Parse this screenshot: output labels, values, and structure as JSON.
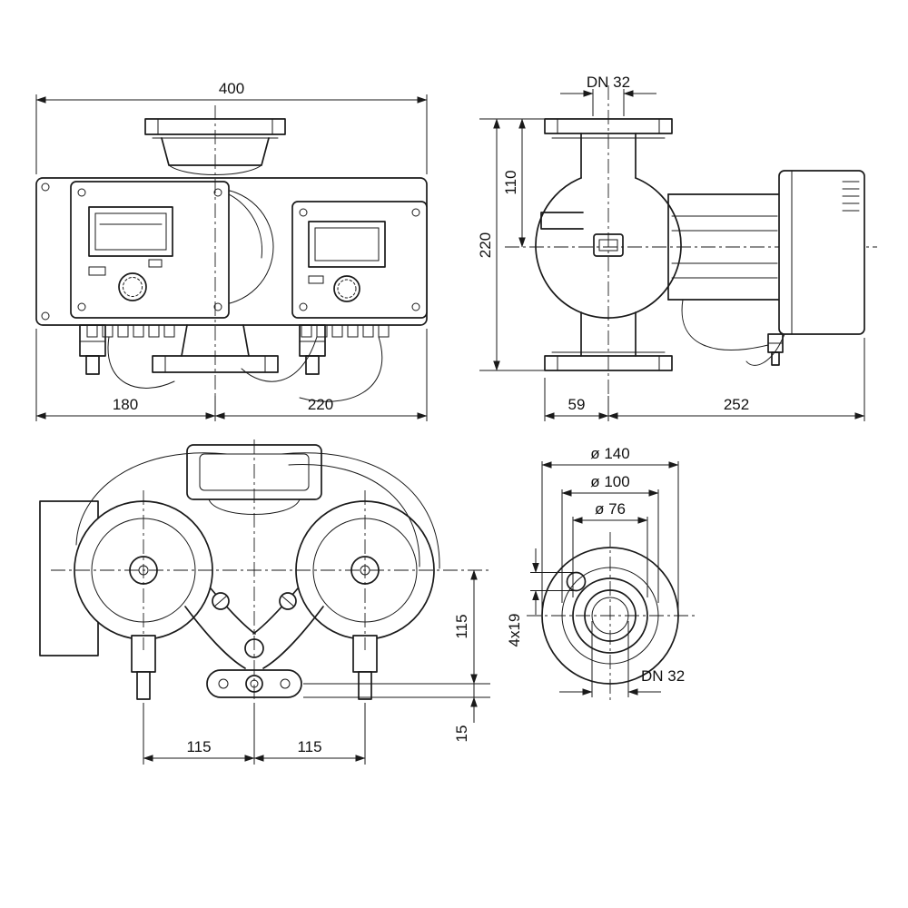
{
  "colors": {
    "background": "#ffffff",
    "line": "#1a1a1a"
  },
  "views": {
    "front": {
      "dims": {
        "total_width": "400",
        "left_width": "180",
        "right_width": "220"
      }
    },
    "side": {
      "dims": {
        "dn": "DN 32",
        "flange_to_axis": "110",
        "total_height": "220",
        "depth_front": "59",
        "depth_rear": "252"
      }
    },
    "top": {
      "dims": {
        "left_span": "115",
        "right_span": "115",
        "axis_to_port": "115",
        "port_offset": "15"
      }
    },
    "flange": {
      "dims": {
        "d_outer": "ø 140",
        "d_bolt_circle": "ø 100",
        "d_face": "ø 76",
        "holes": "4x19",
        "dn": "DN 32"
      }
    }
  }
}
